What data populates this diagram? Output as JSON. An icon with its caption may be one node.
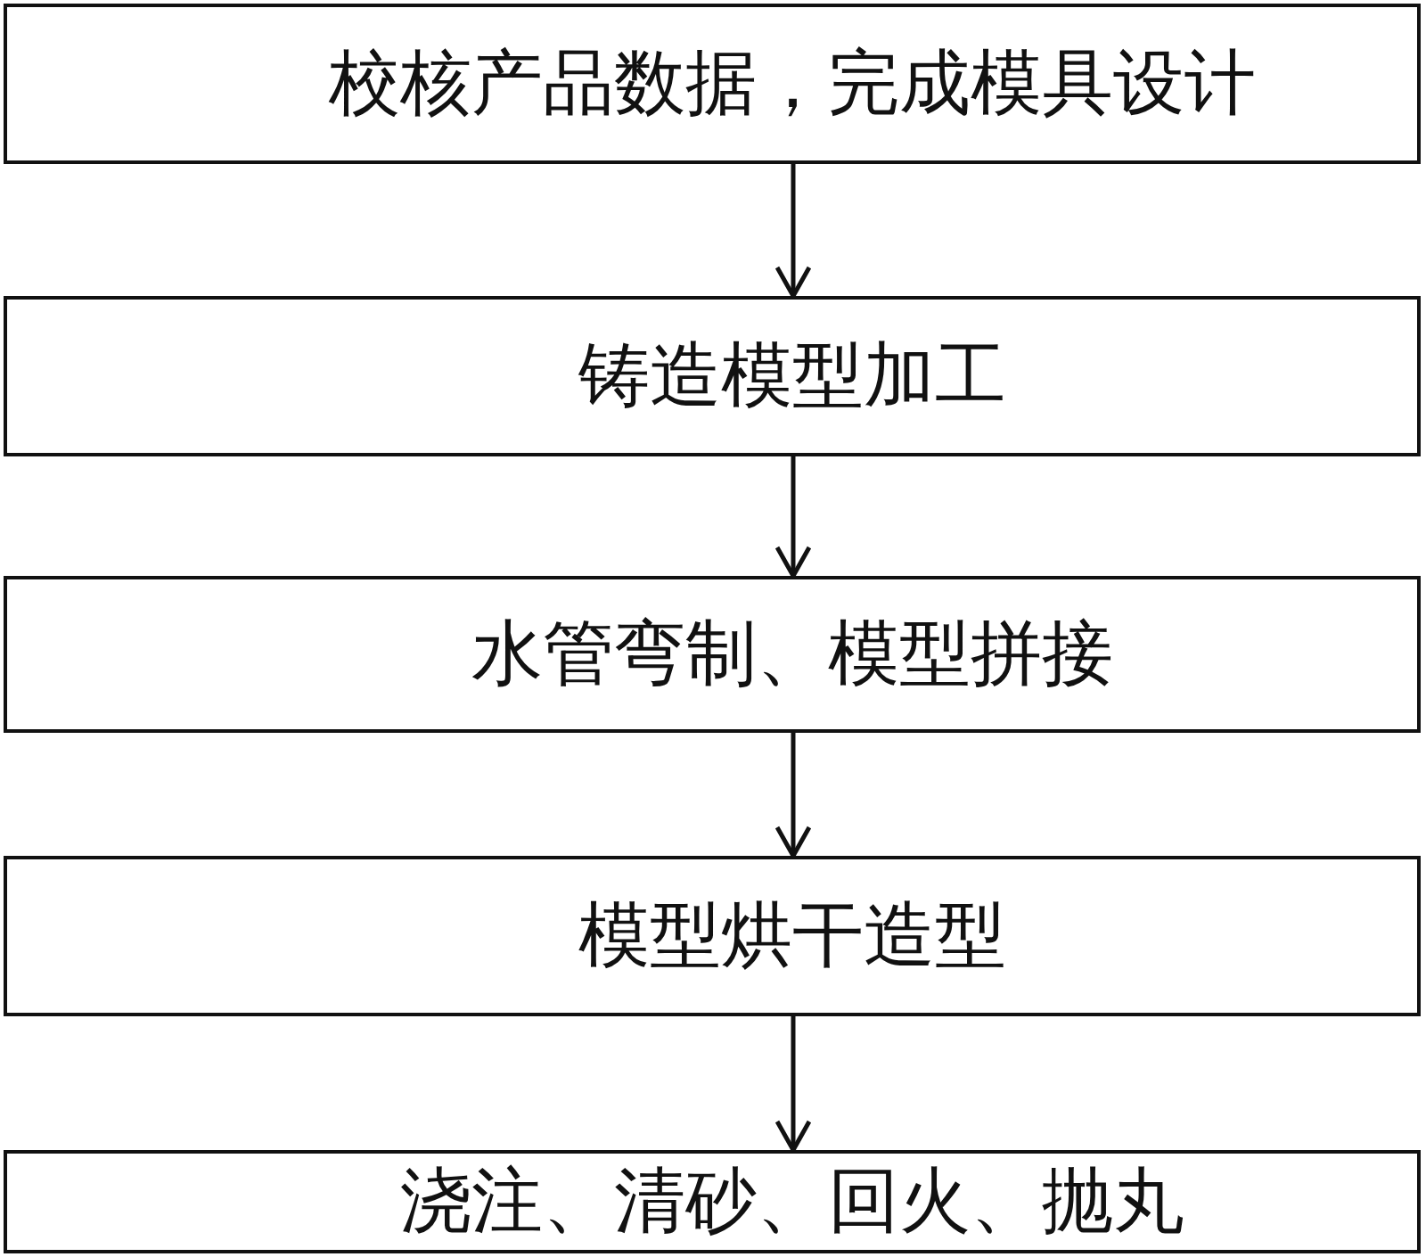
{
  "diagram": {
    "nodes": [
      {
        "text": [
          "校核产品数据，完成模具设计"
        ]
      },
      {
        "text": [
          "铸造模型加工"
        ]
      },
      {
        "text": [
          "水管弯制、模型拼接"
        ]
      },
      {
        "text": [
          "模型烘干造型"
        ]
      },
      {
        "text": [
          "浇注、清砂、回火、抛丸"
        ]
      }
    ],
    "edges": [
      {
        "from": 0,
        "to": 1,
        "arrow": "to"
      },
      {
        "from": 1,
        "to": 2,
        "arrow": "to"
      },
      {
        "from": 2,
        "to": 3,
        "arrow": "to"
      },
      {
        "from": 3,
        "to": 4,
        "arrow": "to"
      }
    ]
  }
}
